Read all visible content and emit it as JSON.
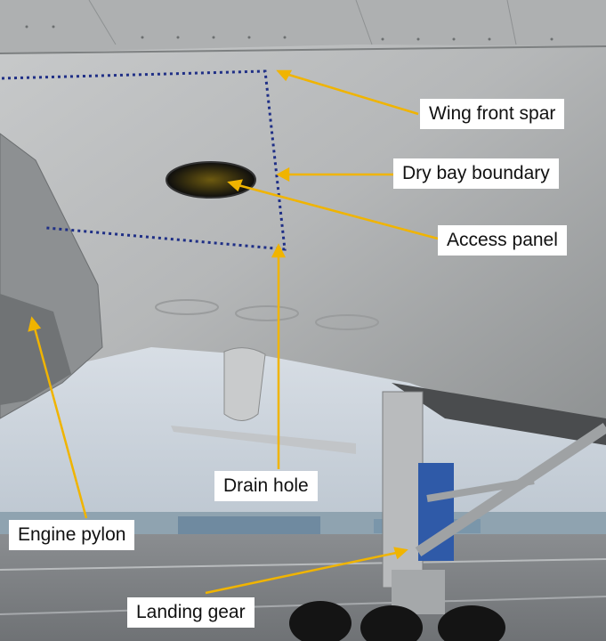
{
  "labels": {
    "wing_front_spar": "Wing front spar",
    "dry_bay_boundary": "Dry bay boundary",
    "access_panel": "Access panel",
    "drain_hole": "Drain hole",
    "engine_pylon": "Engine pylon",
    "landing_gear": "Landing gear"
  },
  "colors": {
    "arrow": "#f0b400",
    "boundary": "#1f2f86",
    "label_bg": "#ffffff"
  }
}
